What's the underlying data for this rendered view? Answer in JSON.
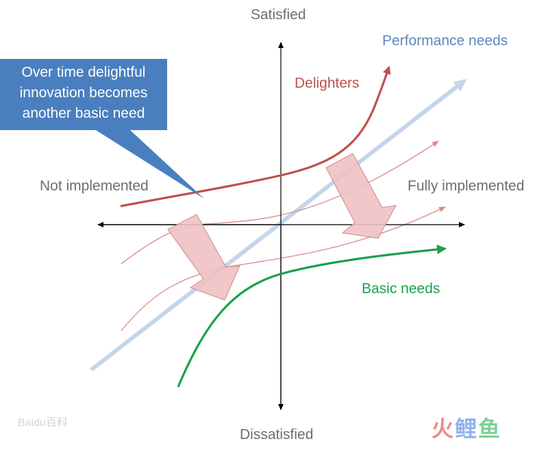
{
  "diagram": {
    "title": "Kano model",
    "axes": {
      "top": "Satisfied",
      "bottom": "Dissatisfied",
      "left": "Not implemented",
      "right": "Fully implemented"
    },
    "curves": {
      "performance": {
        "label": "Performance needs",
        "color": "#5b87c1",
        "line_color": "#b9cde4"
      },
      "delighters": {
        "label": "Delighters",
        "color": "#c0504d"
      },
      "basic": {
        "label": "Basic needs",
        "color": "#1aa04a"
      }
    },
    "callout": {
      "lines": [
        "Over time delightful",
        "innovation becomes",
        "another basic need"
      ],
      "color": "#4a7fbf"
    },
    "transition_arrow_color": "#efc1c3",
    "watermarks": {
      "left": "Baidu百科",
      "right": [
        "火",
        "鲤",
        "鱼"
      ]
    }
  }
}
